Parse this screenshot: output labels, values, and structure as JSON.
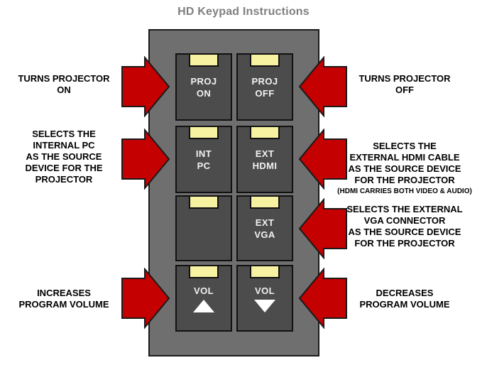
{
  "title": "HD Keypad Instructions",
  "keypad": {
    "buttons": [
      {
        "name": "proj-on",
        "label": "PROJ\nON"
      },
      {
        "name": "proj-off",
        "label": "PROJ\nOFF"
      },
      {
        "name": "int-pc",
        "label": "INT\nPC"
      },
      {
        "name": "ext-hdmi",
        "label": "EXT\nHDMI"
      },
      {
        "name": "blank",
        "label": ""
      },
      {
        "name": "ext-vga",
        "label": "EXT\nVGA"
      },
      {
        "name": "vol-up",
        "label": "VOL"
      },
      {
        "name": "vol-down",
        "label": "VOL"
      }
    ]
  },
  "annotations": {
    "left": [
      {
        "text": "TURNS PROJECTOR\nON"
      },
      {
        "text": "SELECTS THE\nINTERNAL PC\nAS THE SOURCE\nDEVICE FOR THE\nPROJECTOR"
      },
      {
        "text": "INCREASES\nPROGRAM VOLUME"
      }
    ],
    "right": [
      {
        "text": "TURNS PROJECTOR\nOFF"
      },
      {
        "text": "SELECTS THE\nEXTERNAL HDMI CABLE\nAS THE SOURCE DEVICE\nFOR THE PROJECTOR",
        "note": "(HDMI CARRIES BOTH VIDEO & AUDIO)"
      },
      {
        "text": "SELECTS THE EXTERNAL\nVGA CONNECTOR\nAS THE SOURCE DEVICE\nFOR THE PROJECTOR"
      },
      {
        "text": "DECREASES\nPROGRAM VOLUME"
      }
    ]
  },
  "icons": {
    "left_arrows": "arrow-right-icon",
    "right_arrows": "arrow-left-icon",
    "volume_up": "triangle-up-icon",
    "volume_down": "triangle-down-icon",
    "button_indicator": "led-indicator"
  },
  "colors": {
    "arrow_fill": "#c40000",
    "arrow_border": "#1a1a1a",
    "panel_fill": "#6f6f6f",
    "button_fill": "#4c4c4c",
    "indicator_fill": "#f7f2a2",
    "title_text": "#7f7f7f",
    "button_text": "#f2f2f2",
    "annotation_text": "#000000",
    "background": "#ffffff"
  }
}
